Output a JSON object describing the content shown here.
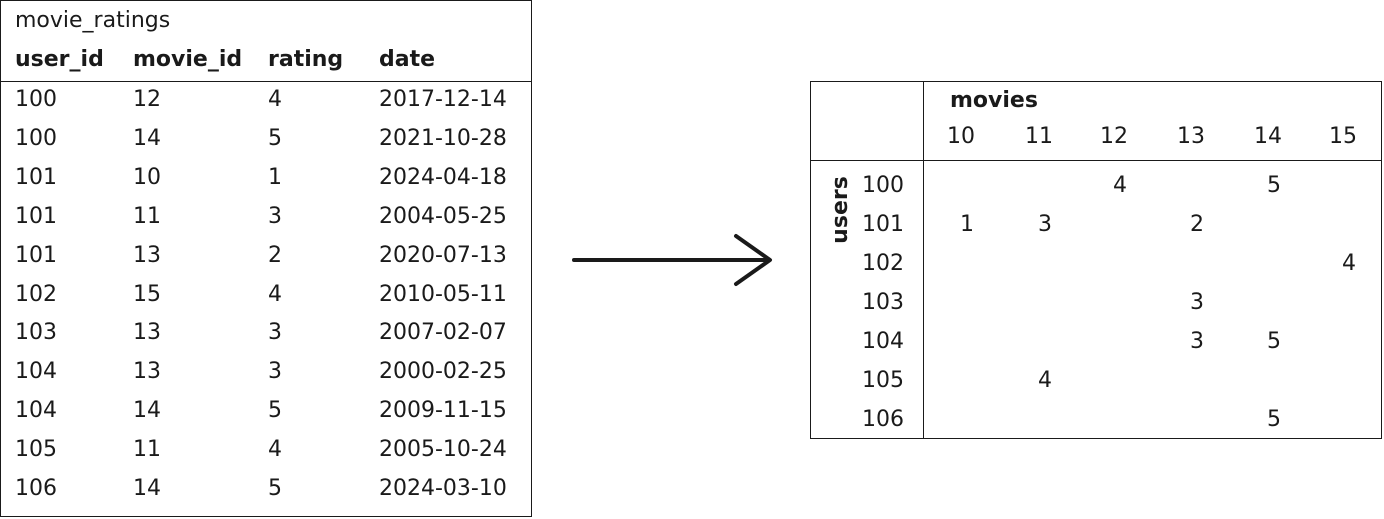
{
  "left_table": {
    "title": "movie_ratings",
    "headers": [
      "user_id",
      "movie_id",
      "rating",
      "date"
    ],
    "rows": [
      [
        "100",
        "12",
        "4",
        "2017-12-14"
      ],
      [
        "100",
        "14",
        "5",
        "2021-10-28"
      ],
      [
        "101",
        "10",
        "1",
        "2024-04-18"
      ],
      [
        "101",
        "11",
        "3",
        "2004-05-25"
      ],
      [
        "101",
        "13",
        "2",
        "2020-07-13"
      ],
      [
        "102",
        "15",
        "4",
        "2010-05-11"
      ],
      [
        "103",
        "13",
        "3",
        "2007-02-07"
      ],
      [
        "104",
        "13",
        "3",
        "2000-02-25"
      ],
      [
        "104",
        "14",
        "5",
        "2009-11-15"
      ],
      [
        "105",
        "11",
        "4",
        "2005-10-24"
      ],
      [
        "106",
        "14",
        "5",
        "2024-03-10"
      ]
    ]
  },
  "matrix": {
    "col_group_label": "movies",
    "row_group_label": "users",
    "columns": [
      "10",
      "11",
      "12",
      "13",
      "14",
      "15"
    ],
    "rows": [
      "100",
      "101",
      "102",
      "103",
      "104",
      "105",
      "106"
    ],
    "values": [
      [
        "",
        "",
        "4",
        "",
        "5",
        ""
      ],
      [
        "1",
        "3",
        "",
        "2",
        "",
        ""
      ],
      [
        "",
        "",
        "",
        "",
        "",
        "4"
      ],
      [
        "",
        "",
        "",
        "3",
        "",
        ""
      ],
      [
        "",
        "",
        "",
        "3",
        "5",
        ""
      ],
      [
        "",
        "4",
        "",
        "",
        "",
        ""
      ],
      [
        "",
        "",
        "",
        "",
        "5",
        ""
      ]
    ]
  },
  "colors": {
    "stroke": "#1a1a1a",
    "background": "#ffffff"
  }
}
